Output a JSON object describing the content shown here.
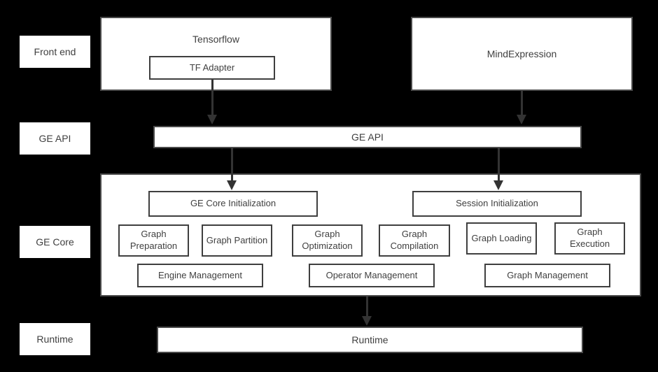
{
  "colors": {
    "background": "#000000",
    "box_fill": "#ffffff",
    "outer_border": "#4a4a4a",
    "inner_border": "#3f3f3f",
    "text": "#3f3f3f",
    "arrow": "#333333"
  },
  "row_labels": [
    {
      "label": "Front end"
    },
    {
      "label": "GE API"
    },
    {
      "label": "GE Core"
    },
    {
      "label": "Runtime"
    }
  ],
  "front_end": {
    "tensorflow": {
      "title": "Tensorflow",
      "adapter": "TF Adapter"
    },
    "mind_expression": {
      "title": "MindExpression"
    }
  },
  "ge_api": {
    "label": "GE API"
  },
  "ge_core": {
    "init_boxes": [
      "GE Core Initialization",
      "Session Initialization"
    ],
    "function_boxes": [
      "Graph Preparation",
      "Graph Partition",
      "Graph Optimization",
      "Graph Compilation",
      "Graph Loading",
      "Graph Execution"
    ],
    "management_boxes": [
      "Engine Management",
      "Operator Management",
      "Graph Management"
    ]
  },
  "runtime": {
    "label": "Runtime"
  },
  "arrows": [
    {
      "name": "tf-adapter-to-ge-api"
    },
    {
      "name": "mindexpression-to-ge-api"
    },
    {
      "name": "ge-api-to-ge-core-initialization"
    },
    {
      "name": "ge-api-to-session-initialization"
    },
    {
      "name": "ge-core-to-runtime"
    }
  ]
}
